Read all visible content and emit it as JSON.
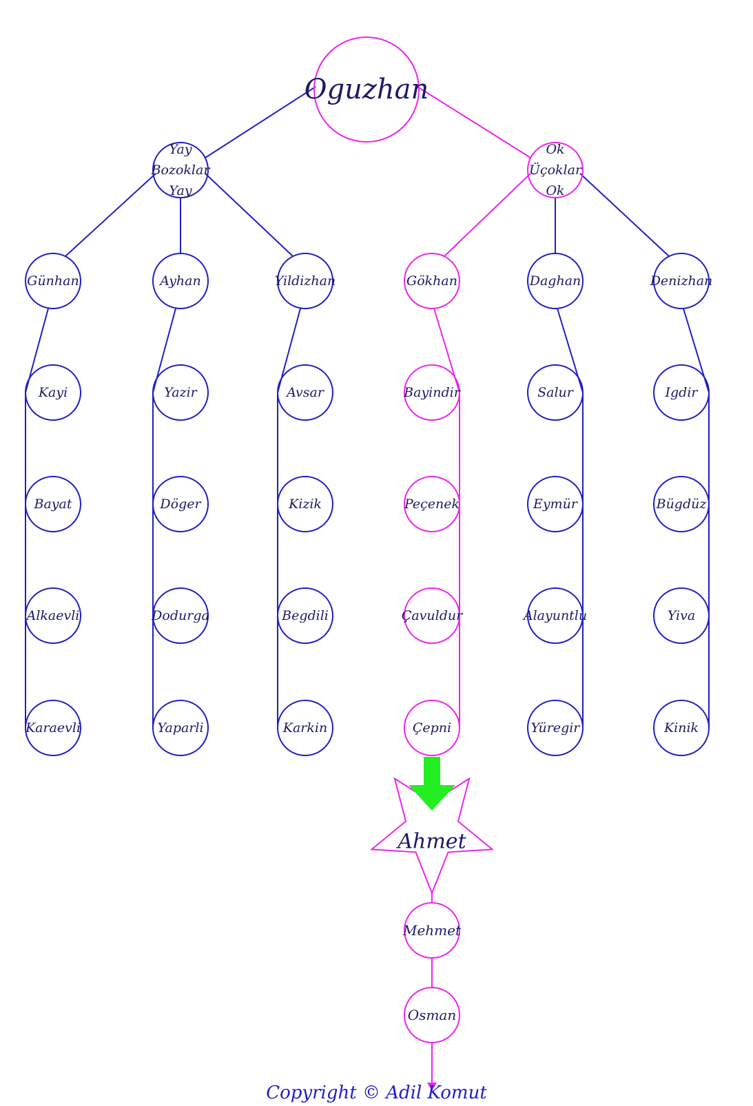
{
  "colors": {
    "line": "#1e1ec8",
    "highlight": "#ee22ee",
    "arrow": "#22ee22",
    "text": "#1a1a66"
  },
  "root": {
    "id": "oguzhan",
    "label": "Oguzhan",
    "highlight": true
  },
  "branches": [
    {
      "id": "bozoklar",
      "lines": [
        "Yay",
        "Bozoklar",
        "Yay"
      ],
      "highlight": false
    },
    {
      "id": "ucoklar",
      "lines": [
        "Ok",
        "Üçoklar",
        "Ok"
      ],
      "highlight": true
    }
  ],
  "sons": [
    {
      "id": "gunhan",
      "label": "Günhan",
      "branch": "bozoklar",
      "highlight": false
    },
    {
      "id": "ayhan",
      "label": "Ayhan",
      "branch": "bozoklar",
      "highlight": false
    },
    {
      "id": "yildizhan",
      "label": "Yildizhan",
      "branch": "bozoklar",
      "highlight": false
    },
    {
      "id": "gokhan",
      "label": "Gökhan",
      "branch": "ucoklar",
      "highlight": true
    },
    {
      "id": "daghan",
      "label": "Daghan",
      "branch": "ucoklar",
      "highlight": false
    },
    {
      "id": "denizhan",
      "label": "Denizhan",
      "branch": "ucoklar",
      "highlight": false
    }
  ],
  "tribes": [
    {
      "son": "gunhan",
      "items": [
        {
          "label": "Kayi"
        },
        {
          "label": "Bayat"
        },
        {
          "label": "Alkaevli"
        },
        {
          "label": "Karaevli"
        }
      ]
    },
    {
      "son": "ayhan",
      "items": [
        {
          "label": "Yazir"
        },
        {
          "label": "Döger"
        },
        {
          "label": "Dodurga"
        },
        {
          "label": "Yaparli"
        }
      ]
    },
    {
      "son": "yildizhan",
      "items": [
        {
          "label": "Avsar"
        },
        {
          "label": "Kizik"
        },
        {
          "label": "Begdili"
        },
        {
          "label": "Karkin"
        }
      ]
    },
    {
      "son": "gokhan",
      "items": [
        {
          "label": "Bayindir"
        },
        {
          "label": "Peçenek"
        },
        {
          "label": "Çavuldur"
        },
        {
          "label": "Çepni",
          "highlight": true
        }
      ]
    },
    {
      "son": "daghan",
      "items": [
        {
          "label": "Salur"
        },
        {
          "label": "Eymür"
        },
        {
          "label": "Alayuntlu"
        },
        {
          "label": "Yüregir"
        }
      ]
    },
    {
      "son": "denizhan",
      "items": [
        {
          "label": "Igdir"
        },
        {
          "label": "Bügdüz"
        },
        {
          "label": "Yiva"
        },
        {
          "label": "Kinik"
        }
      ]
    }
  ],
  "descendants": [
    {
      "id": "ahmet",
      "label": "Ahmet",
      "shape": "star"
    },
    {
      "id": "mehmet",
      "label": "Mehmet",
      "shape": "circle"
    },
    {
      "id": "osman",
      "label": "Osman",
      "shape": "circle"
    }
  ],
  "copyright": "Copyright © Adil Komut"
}
